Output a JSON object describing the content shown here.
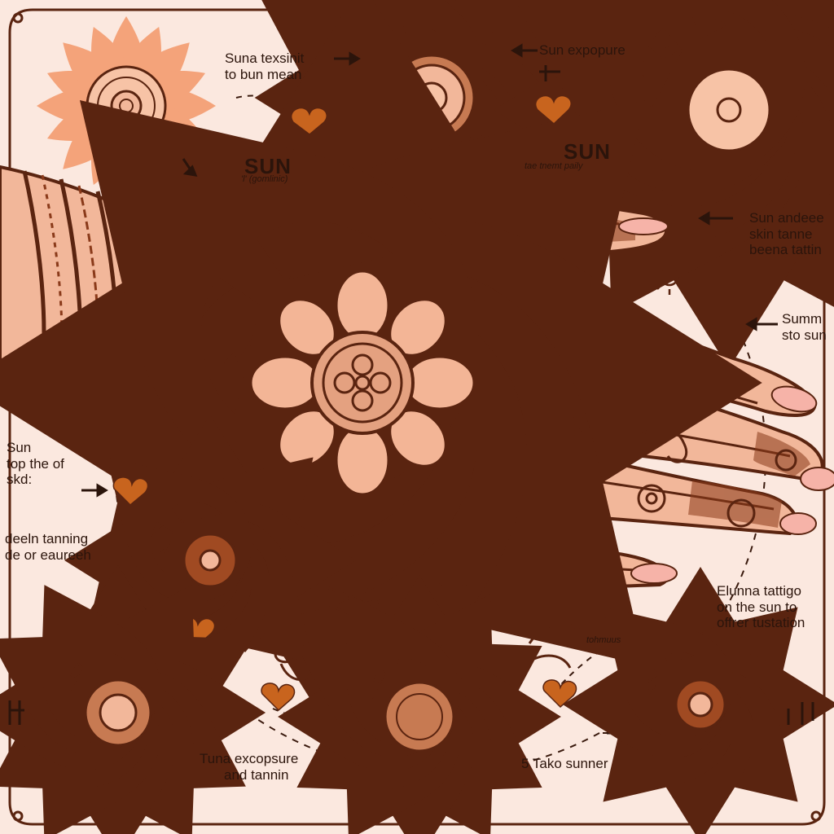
{
  "labels": {
    "top_left": [
      "Suna texsinit",
      "to bun mean"
    ],
    "top_center": "Sun expopure",
    "sun_left": "SUN",
    "sun_left_sub": "'l' (gomlinic)",
    "sun_center": "SUN",
    "sun_center_sub": "tae tnemt paily",
    "right_1": [
      "Sun andeee",
      "skin tanne",
      "beena tattin"
    ],
    "right_2": [
      "Summ",
      "sto sun"
    ],
    "left_1": [
      "Sun",
      "top the of",
      "skd:"
    ],
    "left_2": [
      "deeln tanning",
      "de or eaureeh"
    ],
    "right_3": [
      "Elunna tattigo",
      "on the sun to",
      "offrer tustation"
    ],
    "small_note": "tohmuus",
    "bottom_left": [
      "Tuna excopsure",
      "and tannin"
    ],
    "bottom_right": "5 Tako sunner"
  },
  "colors": {
    "background": "#fbe8df",
    "henna_dark": "#5a2410",
    "henna_mid": "#8a3a1a",
    "skin": "#f2b79a",
    "sun_orange": "#f4a37a",
    "heart": "#c8641e",
    "nail": "#f6b3a8"
  },
  "icons": [
    "sun-mandala-icon",
    "heart-marker-icon",
    "arrow-icon",
    "flower-mandala-icon",
    "music-note-icon"
  ]
}
